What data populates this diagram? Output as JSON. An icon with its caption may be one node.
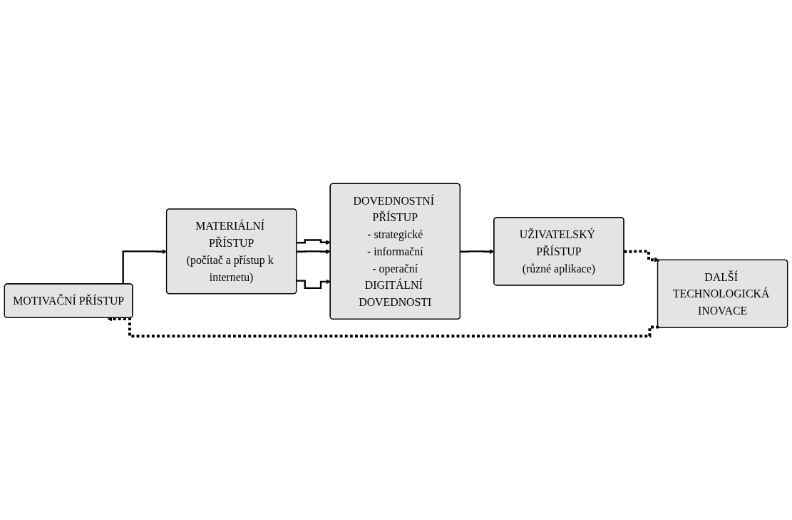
{
  "diagram": {
    "nodes": [
      {
        "text": [
          "MOTIVAČNÍ PŘÍSTUP"
        ]
      },
      {
        "text": [
          "MATERIÁLNÍ PŘÍSTUP",
          "(počítač a přístup k internetu)"
        ]
      },
      {
        "text": [
          "DOVEDNOSTNÍ PŘÍSTUP",
          "- strategické",
          "- informační",
          "- operační",
          "DIGITÁLNÍ DOVEDNOSTI"
        ]
      },
      {
        "text": [
          "UŽIVATELSKÝ PŘÍSTUP",
          "(různé aplikace)"
        ]
      },
      {
        "text": [
          "DALŠÍ TECHNOLOGICKÁ INOVACE"
        ]
      }
    ],
    "edges": [
      {
        "from": 0,
        "to": 1,
        "arrow": "to"
      },
      {
        "from": 1,
        "to": 2,
        "arrow": "to"
      },
      {
        "from": 1,
        "to": 2,
        "arrow": "to"
      },
      {
        "from": 1,
        "to": 2,
        "arrow": "to"
      },
      {
        "from": 2,
        "to": 3,
        "arrow": "to"
      },
      {
        "from": 3,
        "to": 4,
        "arrow": "to",
        "style": "dashed"
      },
      {
        "from": 4,
        "to": 0,
        "arrow": "to",
        "style": "dashed"
      }
    ]
  }
}
